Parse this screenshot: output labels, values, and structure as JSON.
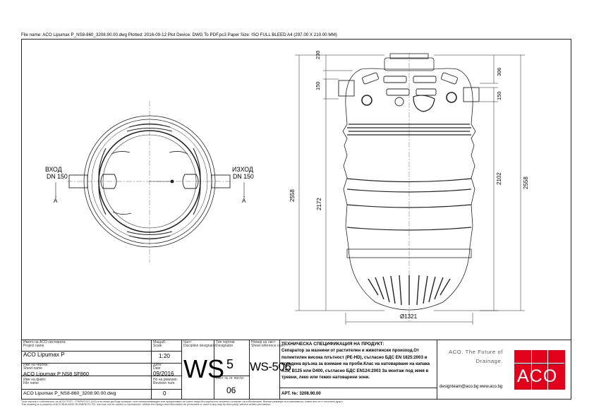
{
  "header": {
    "file_line": "File name: ACO Lipumax P_NS8-860_3208.90.00.dwg    Plotted: 2016-09-12    Plot Device: DWG To PDF.pc3    Paper Size: ISO FULL BLEED A4 (297.00 X 210.00 MM)"
  },
  "plan": {
    "inlet_label": "ВХОД",
    "inlet_dn": "DN 150",
    "inlet_arrow": "A",
    "outlet_label": "ИЗХОД",
    "outlet_dn": "DN 150",
    "outlet_arrow": "A"
  },
  "dims": {
    "d230": "230",
    "d150_left": "150",
    "d306": "306",
    "d150_right": "150",
    "total_left": "2558",
    "d2172": "2172",
    "d2102": "2102",
    "total_right": "2558",
    "diameter": "Ø1321"
  },
  "titleblock": {
    "system_label": "Името на ACO системата:",
    "system_label_en": "Project name",
    "system_value": "ACO Lipumax P",
    "drawing_label": "Име на чертеж:",
    "drawing_label_en": "Sheet name",
    "drawing_value": "ACO Lipumax P NS8 SF860",
    "file_label": "Име на файл:",
    "file_label_en": "File name",
    "file_value": "ACO Lipumax P_NS8-860_3208.90.00.dwg",
    "scale_label": "Мащаб:",
    "scale_label_en": "Scale",
    "scale_value": "1:20",
    "date_label": "Дата:",
    "date_label_en": "Date",
    "date_value": "09/2016",
    "rev_label": "Но на ревизия:",
    "rev_label_en": "Revision num.",
    "rev_value": "0",
    "part_label": "Част:",
    "part_label_en": "Discipline designator",
    "part_value": "WS",
    "type_label": "Тип чертеж:",
    "type_label_en": "Designator",
    "type_value": "5",
    "sheet_label": "Лист № от листи:",
    "sheet_value": "06",
    "number_label": "Номер на лист:",
    "number_label_en": "Sheet reference num.",
    "number_value": "WS-506"
  },
  "spec": {
    "title": "ТЕХНИЧЕСКА СПЕЦИФИКАЦИЯ НА ПРОДУКТ:",
    "lines": [
      "Сепаратор за мазнини от растителен и животински произход.От",
      "полиетилен висока плътност (PE-HD), съгласно БДС EN 1825:2003 и",
      "вградена връзка за вземане на проби.Клас на натоварване на капака",
      "A15, B125 или D400, съгласно БДС EN124:2003 За монтаж под земя в",
      "тревни, леко или тежко натоварени зони."
    ],
    "article": "АРТ. №: 3208.90.00"
  },
  "brand": {
    "tag1": "ACO. The Future of",
    "tag2": "Drainage.",
    "contacts": "designteam@aco.bg  www.aco.bg",
    "logo": "ACO",
    "logo_color": "#e2001a"
  },
  "footer": {
    "line1": "Този чертеж е собственост на ACO ГРУП - ОТКРИТ/ОТ (ОО) и не може да бъде копиран, нито възпроизвеждан или предоставян на трети лица без изричното писмено съгласие на собственика. Всички размери са в милиметри, освен ако не е посочено друго.",
    "line2": "This drawing is a property of ACO BUILDING ELEMENTS LTD. and can not be copied or reproduced, neither the design and information be presented or used in any way by third party, without written permission."
  }
}
